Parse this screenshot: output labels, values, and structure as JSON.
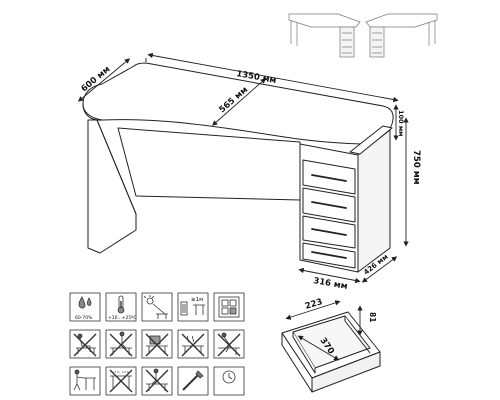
{
  "desk": {
    "width_label": "1350 мм",
    "depth_label": "600 мм",
    "inner_depth_label": "565 мм",
    "height_label": "750 мм",
    "shelf_gap_label": "100 мм",
    "pedestal_width_label": "316 мм",
    "pedestal_depth_label": "426 мм"
  },
  "drawer": {
    "width_label": "223",
    "length_label": "370",
    "height_label": "81"
  },
  "care_icons": {
    "humidity_label": "60-70%",
    "temperature_label": "+10...+25ºC",
    "distance_label": "≥1м"
  }
}
